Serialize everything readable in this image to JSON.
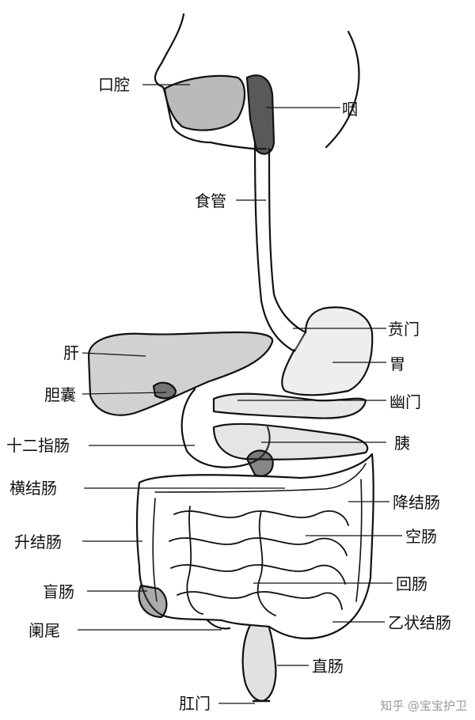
{
  "diagram": {
    "labels": {
      "mouth": "口腔",
      "pharynx": "咽",
      "esophagus": "食管",
      "cardia": "贲门",
      "liver": "肝",
      "stomach": "胃",
      "gallbladder": "胆囊",
      "pylorus": "幽门",
      "duodenum": "十二指肠",
      "pancreas": "胰",
      "transverse_colon": "横结肠",
      "descending_colon": "降结肠",
      "jejunum": "空肠",
      "ascending_colon": "升结肠",
      "ileum": "回肠",
      "cecum": "盲肠",
      "appendix": "阑尾",
      "sigmoid_colon": "乙状结肠",
      "rectum": "直肠",
      "anus": "肛门"
    },
    "watermark": "知乎 @宝宝护卫"
  }
}
